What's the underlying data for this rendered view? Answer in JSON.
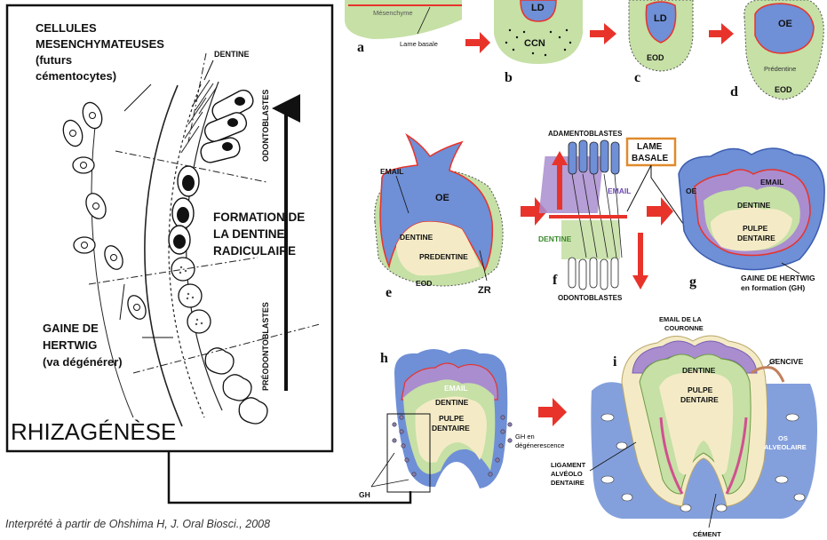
{
  "left_panel": {
    "title": "RHIZAGÉNÈSE",
    "cells_label": [
      "CELLULES",
      "MESENCHYMATEUSES",
      "(futurs",
      "cémentocytes)"
    ],
    "dentine_label": "DENTINE",
    "odontoblastes_label": "ODONTOBLASTES",
    "preodontoblastes_label": "PRÉODONTOBLASTES",
    "formation_label": [
      "FORMATION DE",
      "LA DENTINE",
      "RADICULAIRE"
    ],
    "gaine_label": [
      "GAINE DE",
      "HERTWIG",
      "(va dégénérer)"
    ]
  },
  "steps": {
    "a": {
      "letter": "a",
      "mesenchyme": "Mésenchyme",
      "lame": "Lame basale"
    },
    "b": {
      "letter": "b",
      "ld": "LD",
      "ccn": "CCN"
    },
    "c": {
      "letter": "c",
      "ld": "LD",
      "eod": "EOD"
    },
    "d": {
      "letter": "d",
      "oe": "OE",
      "predentine": "Prédentine",
      "eod": "EOD"
    },
    "e": {
      "letter": "e",
      "email": "EMAIL",
      "oe": "OE",
      "dentine": "DENTINE",
      "predentine": "PREDENTINE",
      "eod": "EOD",
      "zr": "ZR"
    },
    "f": {
      "letter": "f",
      "adamantoblastes": "ADAMENTOBLASTES",
      "email": "EMAIL",
      "dentine": "DENTINE",
      "odontoblastes": "ODONTOBLASTES",
      "lame_basale": [
        "LAME",
        "BASALE"
      ]
    },
    "g": {
      "letter": "g",
      "oe": "OE",
      "email": "EMAIL",
      "dentine": "DENTINE",
      "pulpe": [
        "PULPE",
        "DENTAIRE"
      ],
      "gaine": [
        "GAINE DE HERTWIG",
        "en formation (GH)"
      ]
    },
    "h": {
      "letter": "h",
      "email": "EMAIL",
      "dentine": "DENTINE",
      "pulpe": [
        "PULPE",
        "DENTAIRE"
      ],
      "gh": "GH",
      "gh_deg": [
        "GH en",
        "dégénerescence"
      ]
    },
    "i": {
      "letter": "i",
      "email": [
        "EMAIL DE LA",
        "COURONNE"
      ],
      "dentine": "DENTINE",
      "pulpe": [
        "PULPE",
        "DENTAIRE"
      ],
      "gencive": "GENCIVE",
      "os": [
        "OS",
        "ALVEOLAIRE"
      ],
      "ligament": [
        "LIGAMENT",
        "ALVÉOLO",
        "DENTAIRE"
      ],
      "cement": "CÉMENT"
    }
  },
  "caption": "Interprété à partir de Ohshima H, J. Oral Biosci., 2008",
  "colors": {
    "enamel_blue": "#6f8fd6",
    "dentine_green": "#c6e0a6",
    "pulp": "#f4ebc6",
    "email_purple": "#a98dcf",
    "arrow_red": "#e8332b",
    "lame_orange": "#e08a2b",
    "cement_pink": "#d24f8f"
  }
}
